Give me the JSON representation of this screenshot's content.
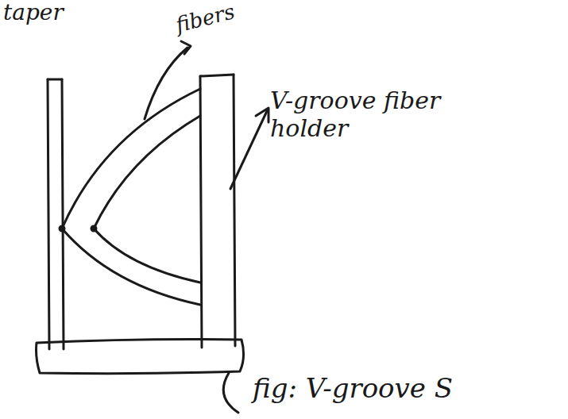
{
  "diagram": {
    "caption": "fig: V-groove S",
    "labels": [
      "taper",
      "fibers",
      "V-groove fiber holder"
    ]
  }
}
